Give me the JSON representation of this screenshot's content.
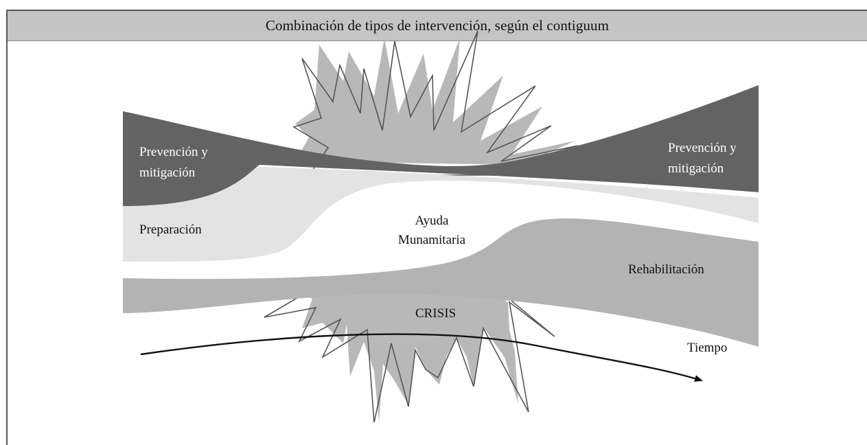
{
  "title": "Combinación de tipos de intervención, según el contiguum",
  "labels": {
    "prevention_left_line1": "Prevención y",
    "prevention_left_line2": "mitigación",
    "prevention_right_line1": "Prevención y",
    "prevention_right_line2": "mitigación",
    "preparation": "Preparación",
    "aid_line1": "Ayuda",
    "aid_line2": "Munamitaria",
    "rehabilitation": "Rehabilitación",
    "crisis": "CRISIS",
    "time": "Tiempo"
  },
  "colors": {
    "prevention_band": "#636363",
    "preparation_band": "#e3e3e4",
    "rehabilitation_band": "#b3b3b3",
    "burst_shadow": "#b8b8b8",
    "burst_outline": "#555555",
    "title_bar": "#c4c4c4"
  }
}
